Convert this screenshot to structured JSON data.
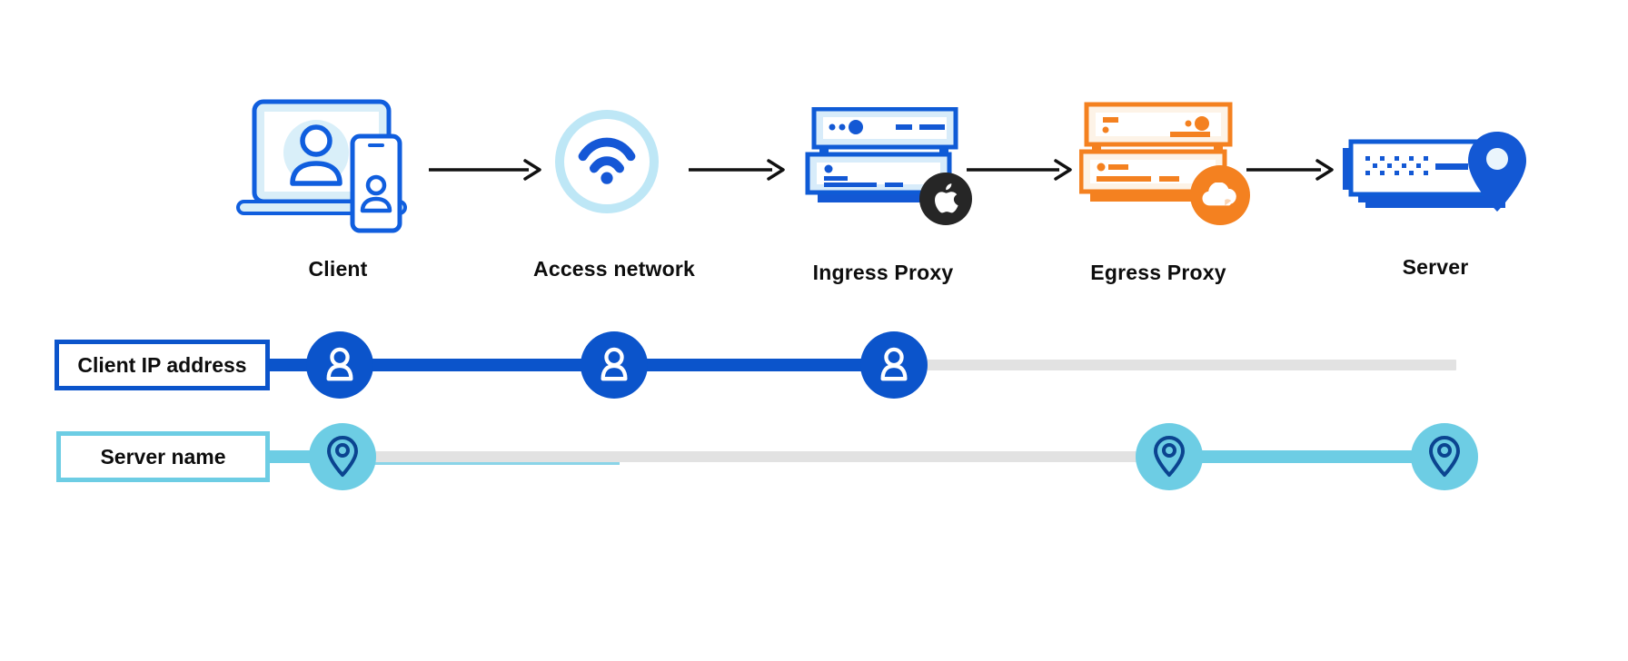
{
  "flow": {
    "nodes": [
      {
        "label": "Client",
        "icon": "laptop-phone-user-icon"
      },
      {
        "label": "Access network",
        "icon": "wifi-icon"
      },
      {
        "label": "Ingress Proxy",
        "icon": "server-rack-icon",
        "badge": "apple-logo"
      },
      {
        "label": "Egress Proxy",
        "icon": "server-rack-icon",
        "badge": "cloudflare-logo"
      },
      {
        "label": "Server",
        "icon": "server-location-icon"
      }
    ],
    "arrow_count": 4
  },
  "timelines": [
    {
      "label": "Client IP address",
      "marker_icon": "user-icon",
      "theme_color": "#0B54CB",
      "visible_at": [
        "Client",
        "Access network",
        "Ingress Proxy"
      ],
      "hidden_at": [
        "Egress Proxy",
        "Server"
      ]
    },
    {
      "label": "Server name",
      "marker_icon": "location-pin-icon",
      "theme_color": "#6DCDE4",
      "visible_at": [
        "Client",
        "Egress Proxy",
        "Server"
      ],
      "hidden_at": [
        "Access network",
        "Ingress Proxy"
      ]
    }
  ],
  "colors": {
    "primary_blue": "#0B54CB",
    "icon_stroke_blue": "#105EDE",
    "light_blue_fill": "#D9EEF8",
    "wifi_ring_blue": "#BEE7F6",
    "sky_blue": "#6DCDE4",
    "pin_navy": "#0B4490",
    "orange": "#F48120",
    "light_orange_fill": "#FDF3E7",
    "hidden_gray": "#E2E2E2",
    "apple_badge_bg": "#262626",
    "arrow_black": "#111111",
    "underline_cyan": "#8AD4E8"
  }
}
